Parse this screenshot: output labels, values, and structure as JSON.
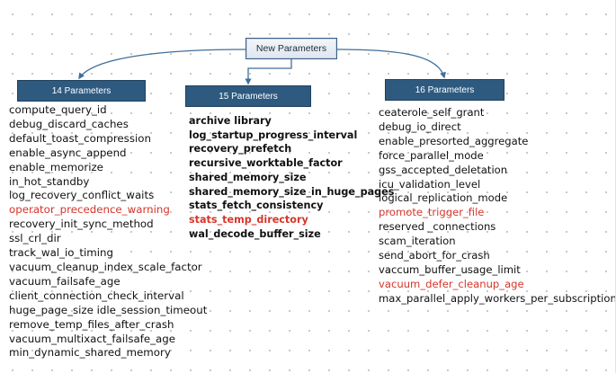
{
  "root": {
    "label": "New Parameters"
  },
  "columns": [
    {
      "label": "14 Parameters",
      "items": [
        {
          "text": "compute_query_id",
          "highlight": false
        },
        {
          "text": "debug_discard_caches",
          "highlight": false
        },
        {
          "text": "default_toast_compression",
          "highlight": false
        },
        {
          "text": "enable_async_append",
          "highlight": false
        },
        {
          "text": "enable_memorize",
          "highlight": false
        },
        {
          "text": "in_hot_standby",
          "highlight": false
        },
        {
          "text": "log_recovery_conflict_waits",
          "highlight": false
        },
        {
          "text": "operator_precedence_warning",
          "highlight": true
        },
        {
          "text": "recovery_init_sync_method",
          "highlight": false
        },
        {
          "text": "ssl_crl_dir",
          "highlight": false
        },
        {
          "text": "track_wal_io_timing",
          "highlight": false
        },
        {
          "text": "vacuum_cleanup_index_scale_factor",
          "highlight": false
        },
        {
          "text": "vacuum_failsafe_age",
          "highlight": false
        },
        {
          "text": "client_connection_check_interval",
          "highlight": false
        },
        {
          "text": "huge_page_size idle_session_timeout",
          "highlight": false
        },
        {
          "text": "remove_temp_files_after_crash",
          "highlight": false
        },
        {
          "text": "vacuum_multixact_failsafe_age",
          "highlight": false
        },
        {
          "text": "min_dynamic_shared_memory",
          "highlight": false
        }
      ]
    },
    {
      "label": "15 Parameters",
      "items": [
        {
          "text": "archive library",
          "highlight": false
        },
        {
          "text": "log_startup_progress_interval",
          "highlight": false
        },
        {
          "text": "recovery_prefetch",
          "highlight": false
        },
        {
          "text": "recursive_worktable_factor",
          "highlight": false
        },
        {
          "text": "shared_memory_size",
          "highlight": false
        },
        {
          "text": "shared_memory_size_in_huge_pages",
          "highlight": false
        },
        {
          "text": "stats_fetch_consistency",
          "highlight": false
        },
        {
          "text": "stats_temp_directory",
          "highlight": true
        },
        {
          "text": "wal_decode_buffer_size",
          "highlight": false
        }
      ]
    },
    {
      "label": "16 Parameters",
      "items": [
        {
          "text": "ceaterole_self_grant",
          "highlight": false
        },
        {
          "text": "debug_io_direct",
          "highlight": false
        },
        {
          "text": "enable_presorted_aggregate",
          "highlight": false
        },
        {
          "text": "force_parallel_mode",
          "highlight": false
        },
        {
          "text": "gss_accepted_deletation",
          "highlight": false
        },
        {
          "text": "icu_validation_level",
          "highlight": false
        },
        {
          "text": "logical_replication_mode",
          "highlight": false
        },
        {
          "text": "promote_trigger_file",
          "highlight": true
        },
        {
          "text": "reserved _connections",
          "highlight": false
        },
        {
          "text": "scam_iteration",
          "highlight": false
        },
        {
          "text": "send_abort_for_crash",
          "highlight": false
        },
        {
          "text": "vaccum_buffer_usage_limit",
          "highlight": false
        },
        {
          "text": "vacuum_defer_cleanup_age",
          "highlight": true
        },
        {
          "text": "max_parallel_apply_workers_per_subscription",
          "highlight": false
        }
      ]
    }
  ],
  "colors": {
    "category_box": "#2e5a80",
    "connector": "#3f6f9c",
    "highlight_text": "#d6362b"
  }
}
